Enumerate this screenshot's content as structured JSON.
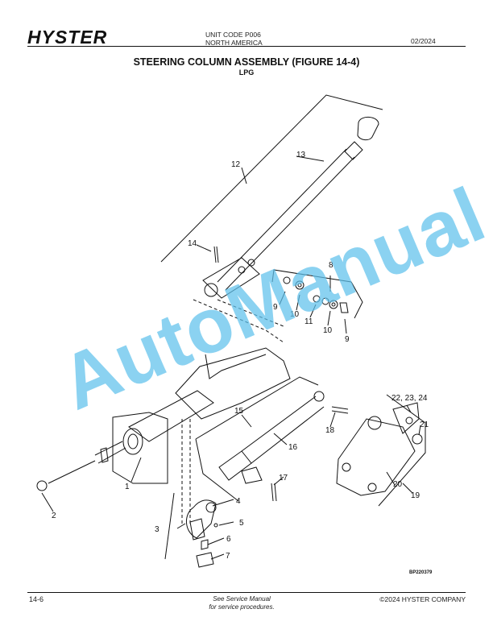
{
  "header": {
    "logo": "HYSTER",
    "unit_code": "UNIT CODE P006",
    "region": "NORTH AMERICA",
    "date": "02/2024"
  },
  "title": "STEERING COLUMN ASSEMBLY (FIGURE 14-4)",
  "subtitle": "LPG",
  "callouts": {
    "c1": "1",
    "c2": "2",
    "c3": "3",
    "c4": "4",
    "c5": "5",
    "c6": "6",
    "c7": "7",
    "c8": "8",
    "c9a": "9",
    "c9b": "9",
    "c10a": "10",
    "c10b": "10",
    "c11": "11",
    "c12": "12",
    "c13": "13",
    "c14": "14",
    "c15": "15",
    "c16": "16",
    "c17": "17",
    "c18": "18",
    "c19": "19",
    "c20": "20",
    "c21": "21",
    "c22": "22, 23, 24"
  },
  "drawing_code": "BP220379",
  "watermark": "AutoManual",
  "footer": {
    "page": "14-6",
    "note_line1": "See Service Manual",
    "note_line2": "for service procedures.",
    "copyright": "©2024 HYSTER COMPANY"
  }
}
